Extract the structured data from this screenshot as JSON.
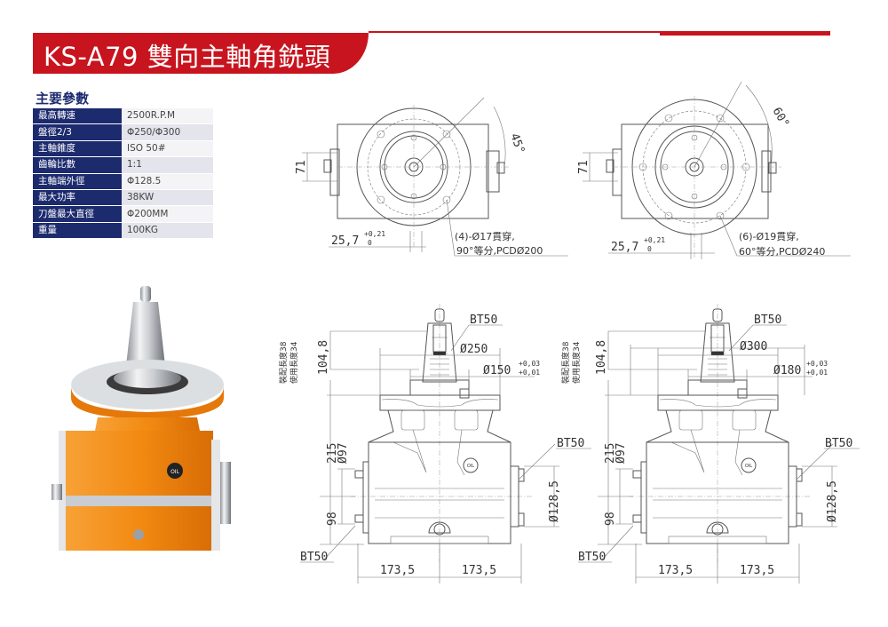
{
  "header": {
    "title": "KS-A79  雙向主軸角銑頭"
  },
  "specs": {
    "title": "主要參數",
    "rows": [
      {
        "label": "最高轉速",
        "value": "2500R.P.M"
      },
      {
        "label": "盤徑2/3",
        "value": "Φ250/Φ300"
      },
      {
        "label": "主軸錐度",
        "value": "ISO 50#"
      },
      {
        "label": "齒輪比數",
        "value": "1:1"
      },
      {
        "label": "主軸端外徑",
        "value": "Φ128.5"
      },
      {
        "label": "最大功率",
        "value": "38KW"
      },
      {
        "label": "刀盤最大直徑",
        "value": "Φ200MM"
      },
      {
        "label": "重量",
        "value": "100KG"
      }
    ]
  },
  "photo": {
    "oil_label": "OIL"
  },
  "plan_left": {
    "angle": "45°",
    "dim_71": "71",
    "dim_offset": "25,7",
    "tol_upper": "+0,21",
    "tol_lower": "0",
    "note_line1": "(4)-Ø17貫穿,",
    "note_line2": "90°等分,PCDØ200"
  },
  "plan_right": {
    "angle": "60°",
    "dim_71": "71",
    "dim_offset": "25,7",
    "tol_upper": "+0,21",
    "tol_lower": "0",
    "note_line1": "(6)-Ø19貫穿,",
    "note_line2": "60°等分,PCDØ240"
  },
  "elev_left": {
    "taper_top": "BT50",
    "flange_dia": "Ø250",
    "pilot_dia": "Ø150",
    "pilot_tol_upper": "+0,03",
    "pilot_tol_lower": "+0,01",
    "height": "104,8",
    "assembly_length": "裝配長度38",
    "usable_length": "使用長度34",
    "dim_215": "215",
    "dim_97": "Ø97",
    "dim_98": "98",
    "taper_left": "BT50",
    "taper_right": "BT50",
    "dim_128": "Ø128,5",
    "half_width_left": "173,5",
    "half_width_right": "173,5",
    "oil": "OIL"
  },
  "elev_right": {
    "taper_top": "BT50",
    "flange_dia": "Ø300",
    "pilot_dia": "Ø180",
    "pilot_tol_upper": "+0,03",
    "pilot_tol_lower": "+0,01",
    "height": "104,8",
    "assembly_length": "裝配長度38",
    "usable_length": "使用長度34",
    "dim_215": "215",
    "dim_97": "Ø97",
    "dim_98": "98",
    "taper_left": "BT50",
    "taper_right": "BT50",
    "dim_128": "Ø128,5",
    "half_width_left": "173,5",
    "half_width_right": "173,5",
    "oil": "OIL"
  },
  "colors": {
    "brand_red": "#c8141e",
    "navy": "#1c2a6e",
    "orange": "#f08a16"
  }
}
